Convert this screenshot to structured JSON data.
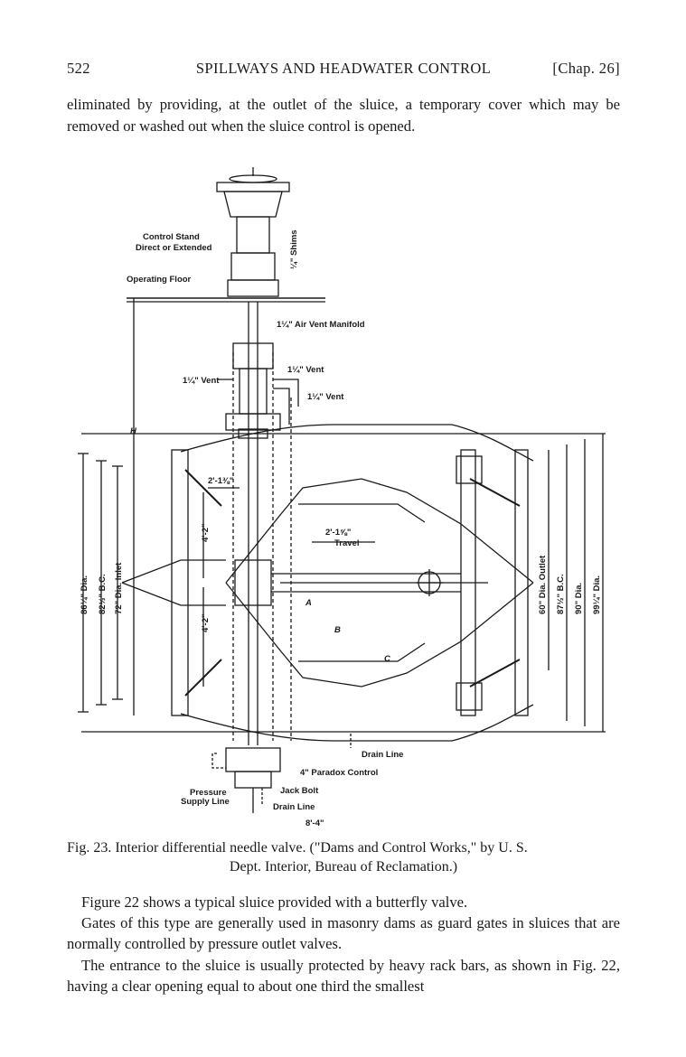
{
  "header": {
    "page_number": "522",
    "title": "SPILLWAYS AND HEADWATER CONTROL",
    "chapter": "[Chap. 26]"
  },
  "intro_text": "eliminated by providing, at the outlet of the sluice, a temporary cover which may be removed or washed out when the sluice control is opened.",
  "figure": {
    "labels": {
      "control_stand": "Control Stand",
      "control_stand_2": "Direct or Extended",
      "operating_floor": "Operating Floor",
      "shims": "¼\" Shims",
      "air_vent_manifold": "1¼\" Air Vent Manifold",
      "vent_left": "1¼\" Vent",
      "vent_right_1": "1¼\" Vent",
      "vent_right_2": "1¼\" Vent",
      "dim_2_1": "2'-1⅜\"",
      "dim_4_2_top": "4'-2\"",
      "dim_4_2_bottom": "4'-2\"",
      "travel_dim": "2'-1⅝\"",
      "travel": "Travel",
      "label_a": "A",
      "label_b": "B",
      "label_c": "C",
      "left_dim_1": "86¼\" Dia.",
      "left_dim_2": "82½\" B.C.",
      "left_dim_3": "72\" Dia. Inlet",
      "right_dim_1": "60\" Dia. Outlet",
      "right_dim_2": "87½\" B.C.",
      "right_dim_3": "90\" Dia.",
      "right_dim_4": "99¼\" Dia.",
      "drain_line_top": "Drain Line",
      "paradox_control": "4\" Paradox Control",
      "pressure_supply": "Pressure",
      "pressure_supply_2": "Supply Line",
      "jack_bolt": "Jack Bolt",
      "drain_line_bottom": "Drain Line",
      "overall_length": "8'-4\"",
      "height_mark": "H"
    }
  },
  "caption": {
    "line1": "Fig. 23. Interior differential needle valve. (\"Dams and Control Works,\" by U. S.",
    "line2": "Dept. Interior, Bureau of Reclamation.)"
  },
  "body": {
    "p1": "Figure 22 shows a typical sluice provided with a butterfly valve.",
    "p2": "Gates of this type are generally used in masonry dams as guard gates in sluices that are normally controlled by pressure outlet valves.",
    "p3": "The entrance to the sluice is usually protected by heavy rack bars, as shown in Fig. 22, having a clear opening equal to about one third the smallest"
  }
}
